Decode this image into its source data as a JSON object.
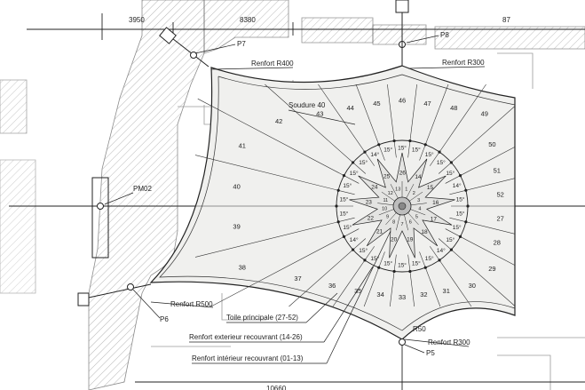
{
  "dimensions": [
    {
      "id": "dim-3950",
      "text": "3950"
    },
    {
      "id": "dim-8380",
      "text": "8380"
    },
    {
      "id": "dim-87",
      "text": "87"
    },
    {
      "id": "dim-10660",
      "text": "10660"
    }
  ],
  "labels": {
    "P7": "P7",
    "P8": "P8",
    "P6": "P6",
    "P5": "P5",
    "PM02": "PM02",
    "renfort_r400": "Renfort R400",
    "renfort_r300_top": "Renfort R300",
    "renfort_r500": "Renfort R500",
    "renfort_r300_bottom": "Renfort R300",
    "soudure": "Soudure 40",
    "toile": "Toile principale (27-52)",
    "ext": "Renfort exterieur recouvrant (14-26)",
    "int": "Renfort intérieur recouvrant (01-13)",
    "r50": "R50"
  },
  "outer_panels": [
    "27",
    "28",
    "29",
    "30",
    "31",
    "32",
    "33",
    "34",
    "35",
    "36",
    "37",
    "38",
    "39",
    "40",
    "41",
    "42",
    "43",
    "44",
    "45",
    "46",
    "47",
    "48",
    "49",
    "50",
    "51",
    "52"
  ],
  "middle_panels": [
    "14",
    "15",
    "16",
    "17",
    "18",
    "19",
    "20",
    "21",
    "22",
    "23",
    "24",
    "25",
    "26"
  ],
  "inner_panels": [
    "1",
    "2",
    "3",
    "4",
    "5",
    "6",
    "7",
    "8",
    "9",
    "10",
    "11",
    "12",
    "13"
  ],
  "angle_label": "15°",
  "angle_label_alt": "14°"
}
